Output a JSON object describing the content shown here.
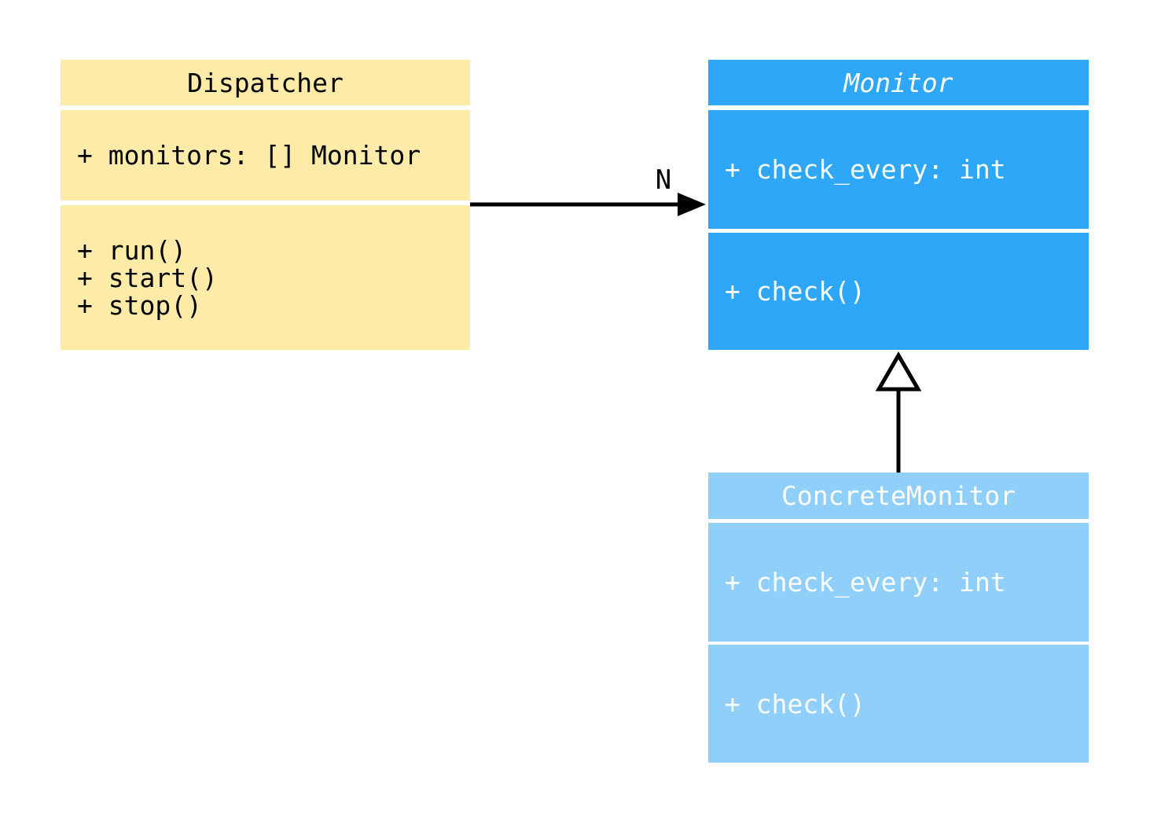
{
  "diagram": {
    "type": "uml-class-diagram",
    "canvas_bg": "#FFFFFF",
    "classes": [
      {
        "name": "Dispatcher",
        "abstract": false,
        "bg_color": "#FEEBA8",
        "text_color": "#000000",
        "attributes": [
          "+ monitors: [] Monitor"
        ],
        "methods": [
          "+ run()",
          "+ start()",
          "+ stop()"
        ]
      },
      {
        "name": "Monitor",
        "abstract": true,
        "bg_color": "#2EA7F9",
        "text_color": "#FFFFFF",
        "attributes": [
          "+ check_every: int"
        ],
        "methods": [
          "+ check()"
        ]
      },
      {
        "name": "ConcreteMonitor",
        "abstract": false,
        "bg_color": "#90CFFA",
        "text_color": "#FFFFFF",
        "attributes": [
          "+ check_every: int"
        ],
        "methods": [
          "+ check()"
        ]
      }
    ],
    "relations": [
      {
        "type": "association",
        "from": "Dispatcher",
        "to": "Monitor",
        "label": "N",
        "line_color": "#000000"
      },
      {
        "type": "inheritance",
        "from": "ConcreteMonitor",
        "to": "Monitor",
        "label": "",
        "line_color": "#000000"
      }
    ]
  }
}
